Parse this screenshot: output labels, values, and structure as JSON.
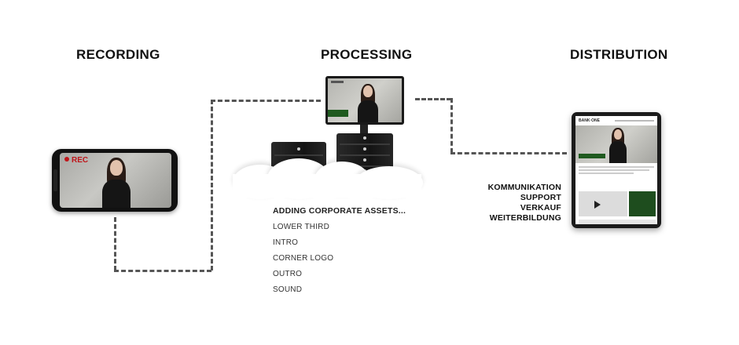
{
  "headings": {
    "recording": "RECORDING",
    "processing": "PROCESSING",
    "distribution": "DISTRIBUTION"
  },
  "recording": {
    "rec_label": "REC"
  },
  "processing": {
    "title": "ADDING CORPORATE ASSETS...",
    "items": [
      "LOWER THIRD",
      "INTRO",
      "CORNER LOGO",
      "OUTRO",
      "SOUND"
    ]
  },
  "distribution": {
    "channels": [
      "KOMMUNIKATION",
      "SUPPORT",
      "VERKAUF",
      "WEITERBILDUNG"
    ],
    "tablet_brand": "BANK·ONE"
  },
  "colors": {
    "rec_red": "#c0151a",
    "lower_third_green": "#1f5a1f",
    "dash": "#555555"
  }
}
